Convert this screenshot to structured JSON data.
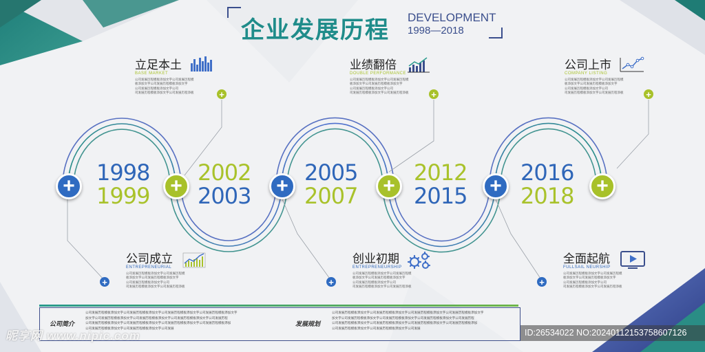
{
  "header": {
    "title_cn": "企业发展历程",
    "title_en": "DEVELOPMENT",
    "title_years": "1998—2018"
  },
  "years": {
    "y1998": "1998",
    "y1999": "1999",
    "y2002": "2002",
    "y2003": "2003",
    "y2005": "2005",
    "y2007": "2007",
    "y2012": "2012",
    "y2015": "2015",
    "y2016": "2016",
    "y2018": "2018"
  },
  "milestones_top": [
    {
      "title": "立足本土",
      "subtitle": "BASE MARKET",
      "lines": [
        "公司发展历程模板添加文字公司发展历程模",
        "板添加文字公司发展历程模板添加文字",
        "公司发展历程模板添加文字公司",
        "司发展历程模板添加文字公司发展历程添板"
      ]
    },
    {
      "title": "业绩翻倍",
      "subtitle": "DOUBLE PERFORMANCE",
      "lines": [
        "公司发展历程模板添加文字公司发展历程模",
        "板添加文字公司发展历程模板添加文字",
        "公司发展历程模板添加文字公司",
        "司发展历程模板添加文字公司发展历程添板"
      ]
    },
    {
      "title": "公司上市",
      "subtitle": "COMPANY LISTING",
      "lines": [
        "公司发展历程模板添加文字公司发展历程模",
        "板添加文字公司发展历程模板添加文字",
        "公司发展历程模板添加文字公司",
        "司发展历程模板添加文字公司发展历程添板"
      ]
    }
  ],
  "milestones_bottom": [
    {
      "title": "公司成立",
      "subtitle": "ENTREPRENEURIAL",
      "lines": [
        "公司发展历程模板添加文字公司发展历程模",
        "板添加文字公司发展历程模板添加文字",
        "公司发展历程模板添加文字公司",
        "司发展历程模板添加文字公司发展历程添板"
      ]
    },
    {
      "title": "创业初期",
      "subtitle": "ENTREPRENEURSHIP",
      "lines": [
        "公司发展历程模板添加文字公司发展历程模",
        "板添加文字公司发展历程模板添加文字",
        "公司发展历程模板添加文字公司",
        "司发展历程模板添加文字公司发展历程添板"
      ]
    },
    {
      "title": "全面起航",
      "subtitle": "FULLSAIL NEURSHIP",
      "lines": [
        "公司发展历程模板添加文字公司发展历程模",
        "板添加文字公司发展历程模板添加文字",
        "公司发展历程模板添加文字公司",
        "司发展历程模板添加文字公司发展历程添板"
      ]
    }
  ],
  "bottom": {
    "left_label": "公司简介",
    "right_label": "发展规划",
    "left_lines": [
      "公司发展历程模板添加文字公司发展历程模板添加文字公司发展历程模板添加文字公司发展历程模板添加文字",
      "加文字公司发展历程模板添加文字公司发展历程模板添加文字公司发展历程模板添加文字公司发展历程",
      "公司发展历程模板添加文字公司发展历程模板添加文字公司发展历程模板添加文字公司发展历程模板添加",
      "公司发展历程模板添加文字公司发展历程模板添加文字公司发展"
    ],
    "right_lines": [
      "公司发展历程模板添加文字公司发展历程模板添加文字公司发展历程模板添加文字公司发展历程模板添加文字",
      "加文字公司发展历程模板添加文字公司发展历程模板添加文字公司发展历程模板添加文字公司发展历程",
      "公司发展历程模板添加文字公司发展历程模板添加文字公司发展历程模板添加文字公司发展历程模板添加",
      "公司发展历程模板添加文字公司发展历程模板添加文字公司发展"
    ]
  },
  "watermark": {
    "brand": "昵享网 www.nipic.com",
    "id_text": "ID:26534022 NO:20240112153758607126"
  },
  "colors": {
    "blue": "#2f6bc1",
    "lime": "#a8c12a",
    "teal": "#1f8c8a",
    "navy": "#3e4f8a"
  }
}
